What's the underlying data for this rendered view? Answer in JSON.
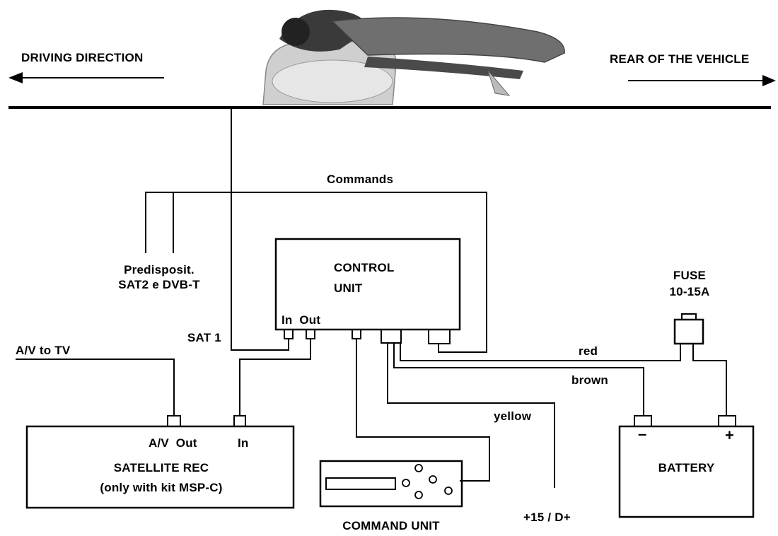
{
  "directions": {
    "driving": "DRIVING DIRECTION",
    "rear": "REAR OF THE VEHICLE"
  },
  "labels": {
    "commands": "Commands",
    "predisposit_line1": "Predisposit.",
    "predisposit_line2": "SAT2 e DVB-T",
    "sat1": "SAT 1",
    "av_to_tv": "A/V to TV",
    "control_unit_line1": "CONTROL",
    "control_unit_line2": "UNIT",
    "in_out": "In  Out",
    "fuse_line1": "FUSE",
    "fuse_line2": "10-15A",
    "red": "red",
    "brown": "brown",
    "yellow": "yellow",
    "plus15": "+15 / D+",
    "sat_rec_av_out": "A/V  Out",
    "sat_rec_in": "In",
    "sat_rec_line1": "SATELLITE REC",
    "sat_rec_line2": "(only with kit MSP-C)",
    "command_unit": "COMMAND UNIT",
    "battery": "BATTERY",
    "battery_minus": "–",
    "battery_plus": "+"
  },
  "colors": {
    "line": "#000000",
    "antenna_dark": "#2b2b2b",
    "antenna_mid": "#7a7a7a",
    "antenna_light": "#d9d9d9"
  }
}
